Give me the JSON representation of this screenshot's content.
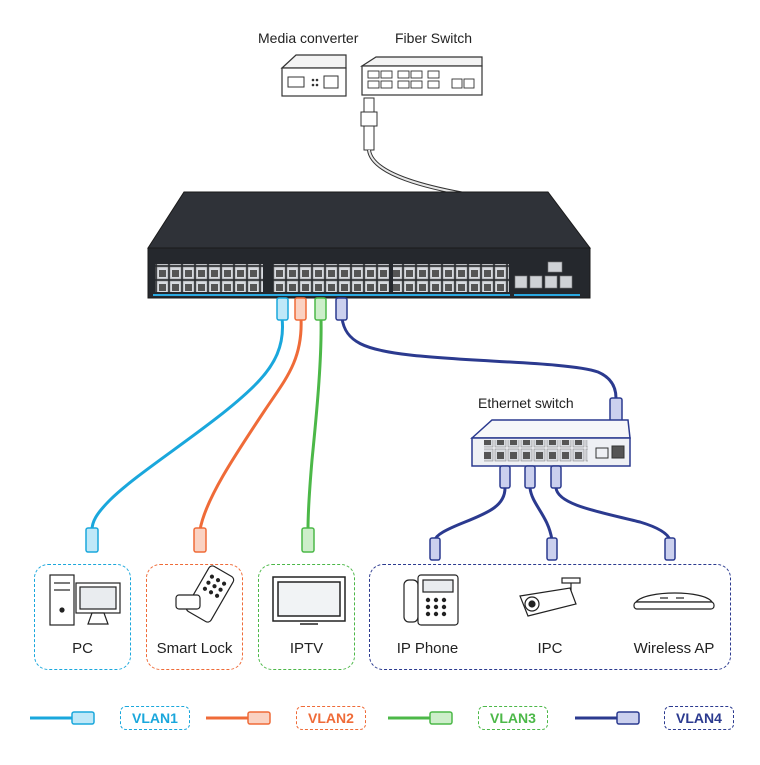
{
  "top_labels": {
    "media_converter": "Media converter",
    "fiber_switch": "Fiber Switch"
  },
  "ethernet_switch_label": "Ethernet switch",
  "devices": {
    "pc": "PC",
    "smart_lock": "Smart Lock",
    "iptv": "IPTV",
    "ip_phone": "IP Phone",
    "ipc": "IPC",
    "wireless_ap": "Wireless AP"
  },
  "legend": [
    {
      "label": "VLAN1",
      "color": "#1aa7dc"
    },
    {
      "label": "VLAN2",
      "color": "#ef6b38"
    },
    {
      "label": "VLAN3",
      "color": "#4cb848"
    },
    {
      "label": "VLAN4",
      "color": "#2b3a8f"
    }
  ],
  "colors": {
    "vlan1": "#1aa7dc",
    "vlan2": "#ef6b38",
    "vlan3": "#4cb848",
    "vlan4": "#2b3a8f",
    "switch_body": "#2a2d33",
    "fiber": "#9a9a9a"
  }
}
